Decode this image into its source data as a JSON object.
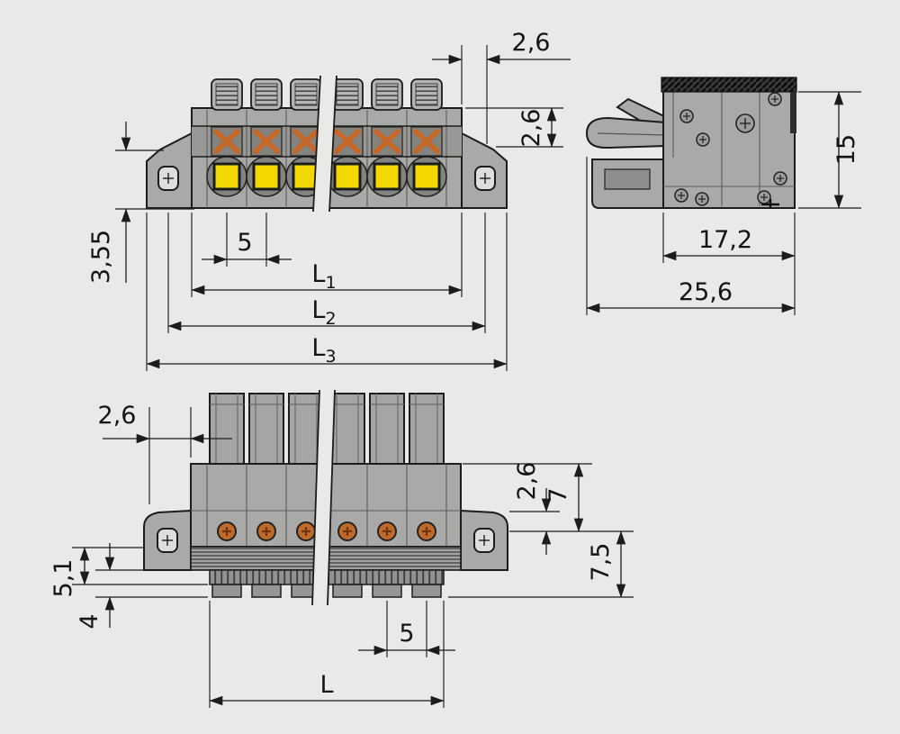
{
  "drawing": {
    "type": "connector-dimensional-drawing",
    "views": {
      "front": {
        "dims": {
          "top_offset": "2,6",
          "right_offset": "2,6",
          "flange_drop": "3,55",
          "pitch": "5",
          "l1_main": "L",
          "l1_sub": "1",
          "l2_main": "L",
          "l2_sub": "2",
          "l3_main": "L",
          "l3_sub": "3"
        }
      },
      "side": {
        "dims": {
          "height": "15",
          "depth_body": "17,2",
          "depth_total": "25,6"
        }
      },
      "bottom": {
        "dims": {
          "left_offset": "2,6",
          "right_offset": "2,6",
          "upper_depth": "7",
          "lower_depth": "7,5",
          "strain_relief_height": "5,1",
          "foot_height": "4",
          "pitch": "5",
          "length": "L"
        }
      }
    },
    "colors": {
      "background": "#e9e9e7",
      "outline": "#1c1c1c",
      "body_gray": "#a9a9a7",
      "accent_yellow": "#f2d800",
      "accent_orange": "#c06828"
    }
  }
}
